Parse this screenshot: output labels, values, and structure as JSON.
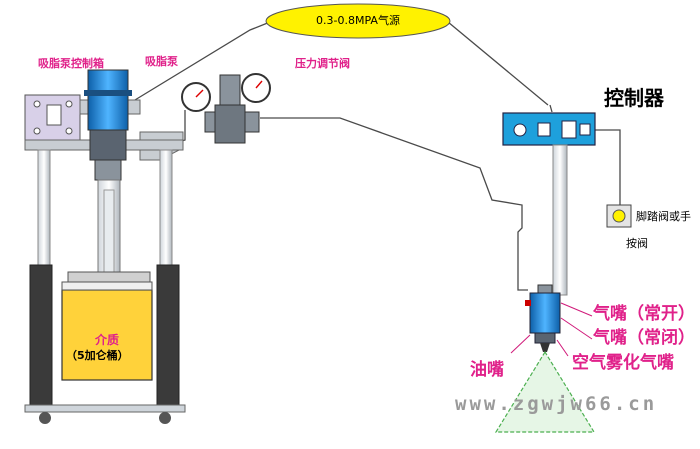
{
  "air_source": "0.3-0.8MPA气源",
  "labels": {
    "pump_control_box": "吸脂泵控制箱",
    "pump": "吸脂泵",
    "pressure_valve": "压力调节阀",
    "controller": "控制器",
    "foot_valve_line1": "脚踏阀或手",
    "foot_valve_line2": "按阀",
    "medium": "介质",
    "bucket": "（5加仑桶）",
    "air_nozzle_open": "气嘴（常开）",
    "air_nozzle_closed": "气嘴（常闭）",
    "oil_nozzle": "油嘴",
    "atomizing_nozzle": "空气雾化气嘴"
  },
  "watermark": "www.zgwjw66.cn",
  "colors": {
    "yellow_fill": "#ffd23a",
    "ellipse_fill": "#fff200",
    "blue_panel": "#1ea0dc",
    "label_magenta": "#e0218a",
    "frame_gray": "#b8bfc6"
  }
}
